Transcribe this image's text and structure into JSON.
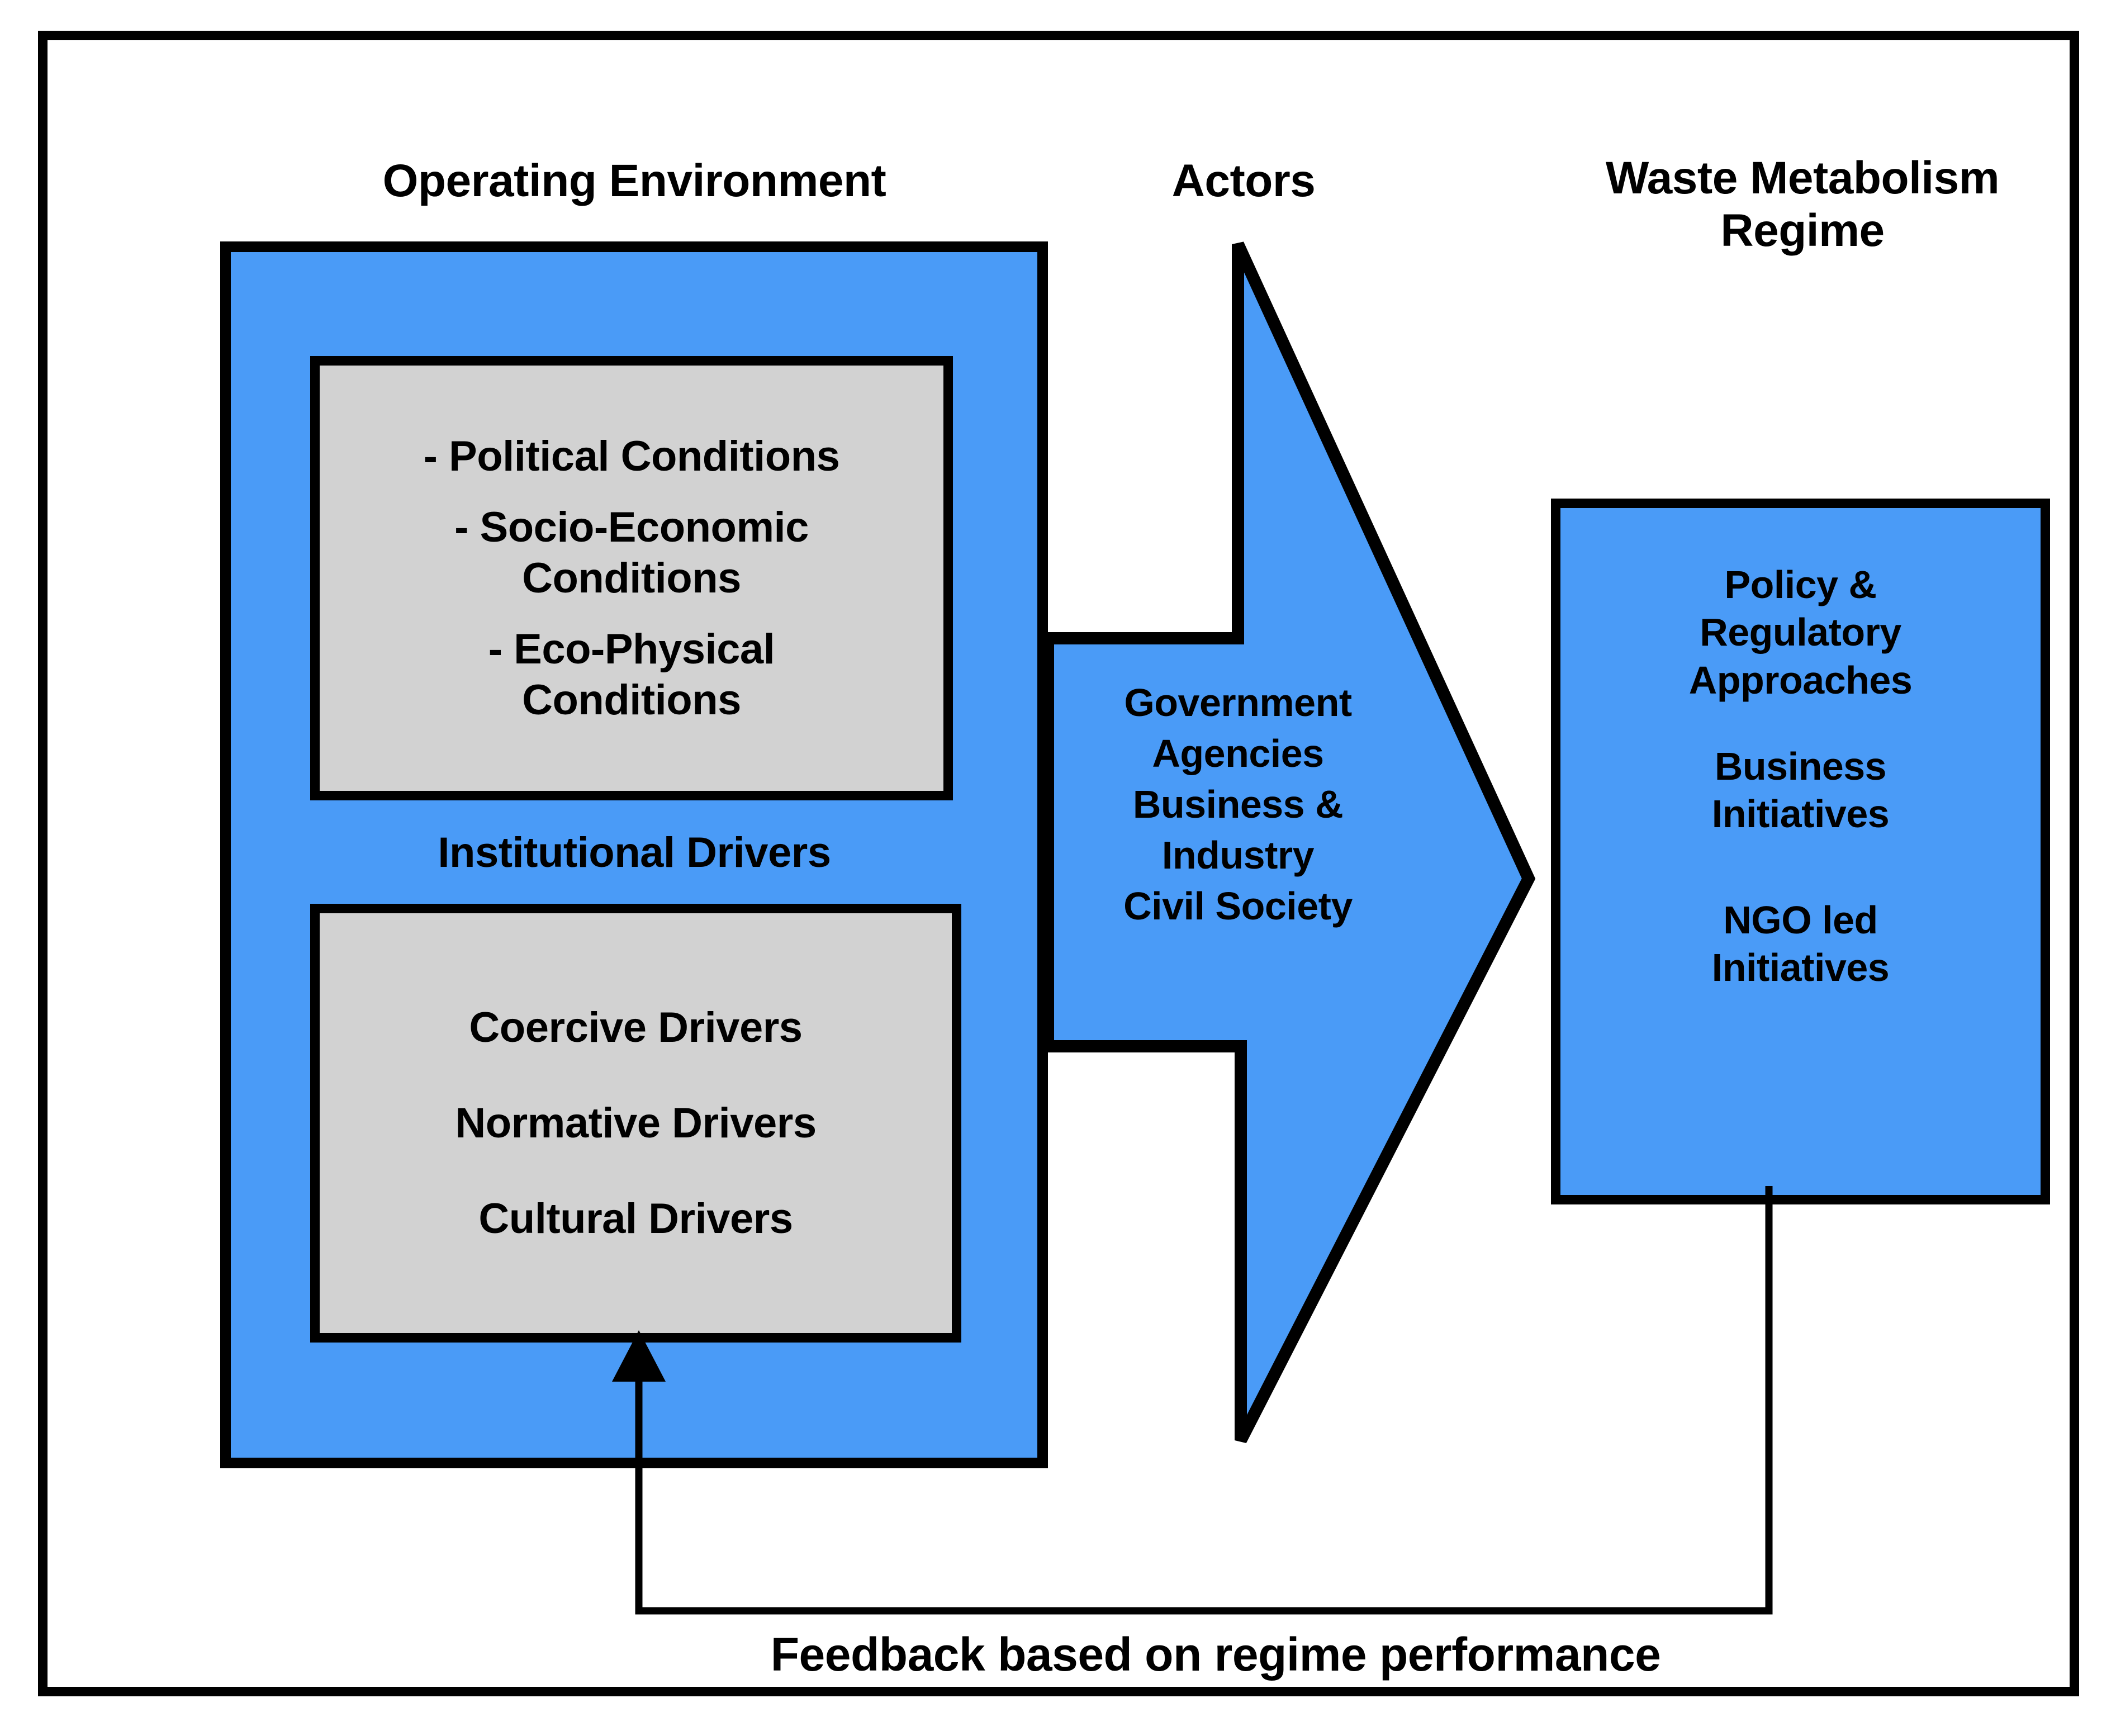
{
  "diagram": {
    "title_labels": {
      "operating_environment": "Operating Environment",
      "actors": "Actors",
      "waste_metabolism_regime": "Waste Metabolism\nRegime",
      "waste_metabolism_regime_line1": "Waste Metabolism",
      "waste_metabolism_regime_line2": "Regime"
    },
    "operating_environment": {
      "conditions_box": {
        "items": [
          "- Political Conditions",
          "- Socio-Economic\nConditions",
          "- Eco-Physical\nConditions"
        ],
        "item_0": "- Political Conditions",
        "item_1_a": "- Socio-Economic",
        "item_1_b": "Conditions",
        "item_2_a": "- Eco-Physical",
        "item_2_b": "Conditions"
      },
      "institutional_drivers_label": "Institutional Drivers",
      "drivers_box": {
        "items": [
          "Coercive Drivers",
          "Normative Drivers",
          "Cultural Drivers"
        ],
        "item_0": "Coercive Drivers",
        "item_1": "Normative Drivers",
        "item_2": "Cultural Drivers"
      }
    },
    "actors_arrow": {
      "lines": [
        "Government",
        "Agencies",
        "Business &",
        "Industry",
        "Civil Society"
      ],
      "line_0": "Government",
      "line_1": "Agencies",
      "line_2": "Business &",
      "line_3": "Industry",
      "line_4": "Civil Society"
    },
    "regime_box": {
      "items": [
        "Policy &\nRegulatory\nApproaches",
        "Business\nInitiatives",
        "NGO led\nInitiatives"
      ],
      "item_0_a": "Policy &",
      "item_0_b": "Regulatory",
      "item_0_c": "Approaches",
      "item_1_a": "Business",
      "item_1_b": "Initiatives",
      "item_2_a": "NGO led",
      "item_2_b": "Initiatives"
    },
    "feedback": {
      "label": "Feedback based on regime performance"
    },
    "colors": {
      "blue_fill": "#4A9BF7",
      "gray_fill": "#D2D2D2",
      "outline": "#000000",
      "background": "#FFFFFF"
    }
  }
}
